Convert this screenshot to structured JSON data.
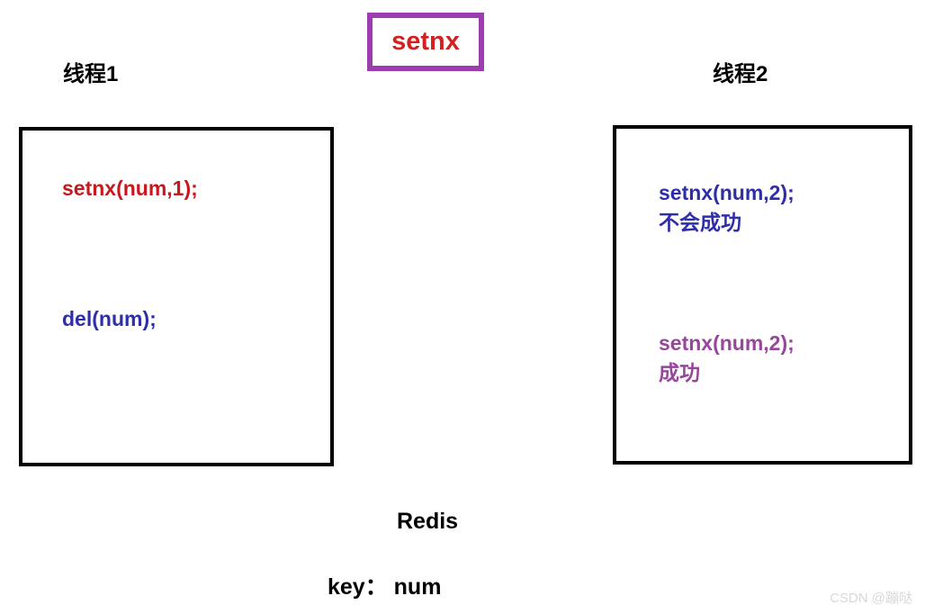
{
  "diagram": {
    "top_box": {
      "label": "setnx",
      "border_color": "#9B3DAF",
      "text_color": "#D42020"
    },
    "threads": [
      {
        "title": "线程1",
        "statements": [
          {
            "lines": [
              "setnx(num,1);"
            ],
            "color": "#C9171E"
          },
          {
            "lines": [
              "del(num);"
            ],
            "color": "#2E2EA8"
          }
        ]
      },
      {
        "title": "线程2",
        "statements": [
          {
            "lines": [
              "setnx(num,2);",
              "不会成功"
            ],
            "color": "#2E2EA8"
          },
          {
            "lines": [
              "setnx(num,2);",
              "成功"
            ],
            "color": "#97479B"
          }
        ]
      }
    ],
    "footer": {
      "store_name": "Redis",
      "key_line": "key： num"
    },
    "watermark": "CSDN @蹦哒"
  }
}
